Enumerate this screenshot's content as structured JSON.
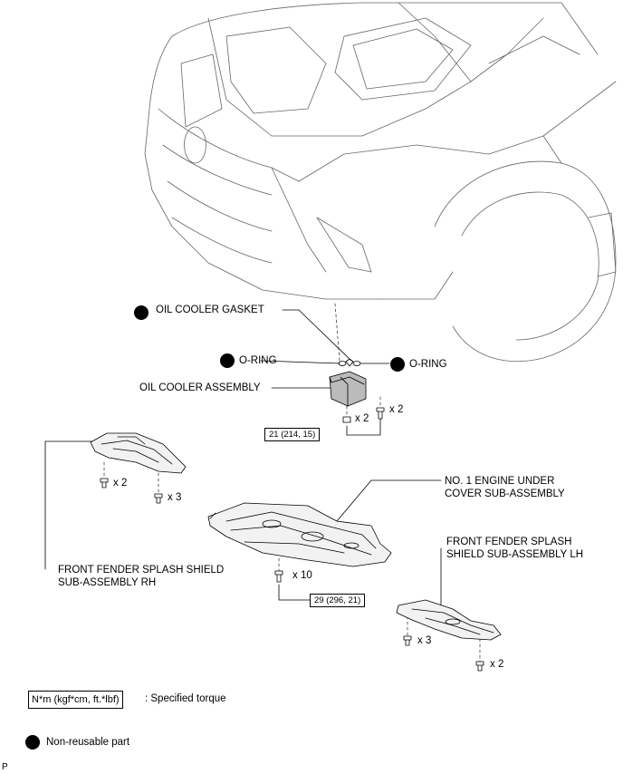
{
  "labels": {
    "oil_cooler_gasket": "OIL COOLER GASKET",
    "o_ring_left": "O-RING",
    "o_ring_right": "O-RING",
    "oil_cooler_assembly": "OIL COOLER ASSEMBLY",
    "engine_under_cover_line1": "NO. 1 ENGINE UNDER",
    "engine_under_cover_line2": "COVER SUB-ASSEMBLY",
    "fender_lh_line1": "FRONT FENDER SPLASH",
    "fender_lh_line2": "SHIELD SUB-ASSEMBLY LH",
    "fender_rh_line1": "FRONT FENDER SPLASH SHIELD",
    "fender_rh_line2": "SUB-ASSEMBLY RH"
  },
  "quantities": {
    "oil_cooler_nut": "x 2",
    "oil_cooler_bolt": "x 2",
    "rh_bolt_a": "x 2",
    "rh_bolt_b": "x 3",
    "under_cover_bolt": "x 10",
    "lh_bolt_a": "x 3",
    "lh_bolt_b": "x 2"
  },
  "torques": {
    "oil_cooler": "21 (214, 15)",
    "under_cover": "29 (296, 21)"
  },
  "legend": {
    "torque_box": "N*m (kgf*cm, ft.*lbf)",
    "torque_desc": ": Specified torque",
    "nonreusable": "Non-reusable part"
  },
  "corner_mark": "P"
}
